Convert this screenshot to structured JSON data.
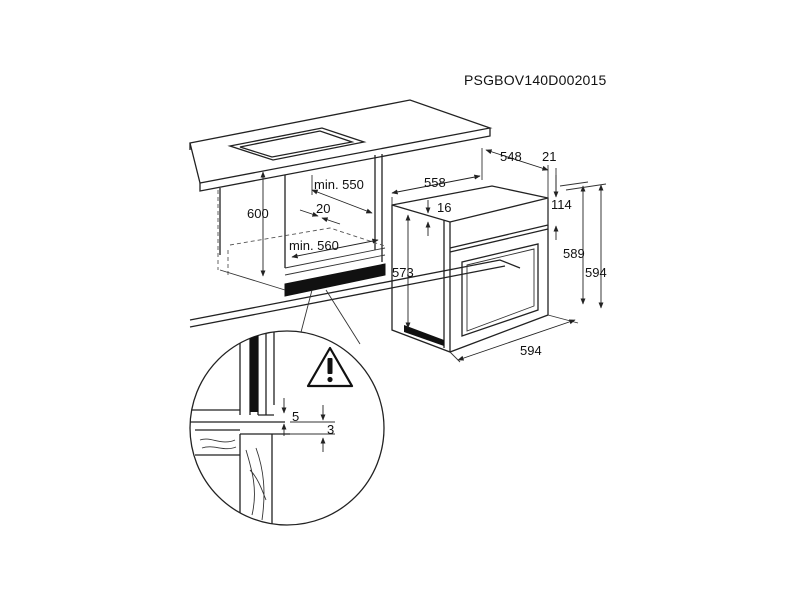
{
  "model_code": "PSGBOV140D002015",
  "labels": {
    "cabinet_height": "600",
    "cabinet_depth_min": "min. 550",
    "rear_gap": "20",
    "cabinet_width_min": "min. 560",
    "oven_height_body": "573",
    "oven_depth": "558",
    "door_thickness": "16",
    "rear_depth": "548",
    "top_offset": "21",
    "panel_height": "114",
    "inner_height": "589",
    "total_height": "594",
    "total_width": "594",
    "detail_gap_5": "5",
    "detail_gap_3": "3"
  }
}
